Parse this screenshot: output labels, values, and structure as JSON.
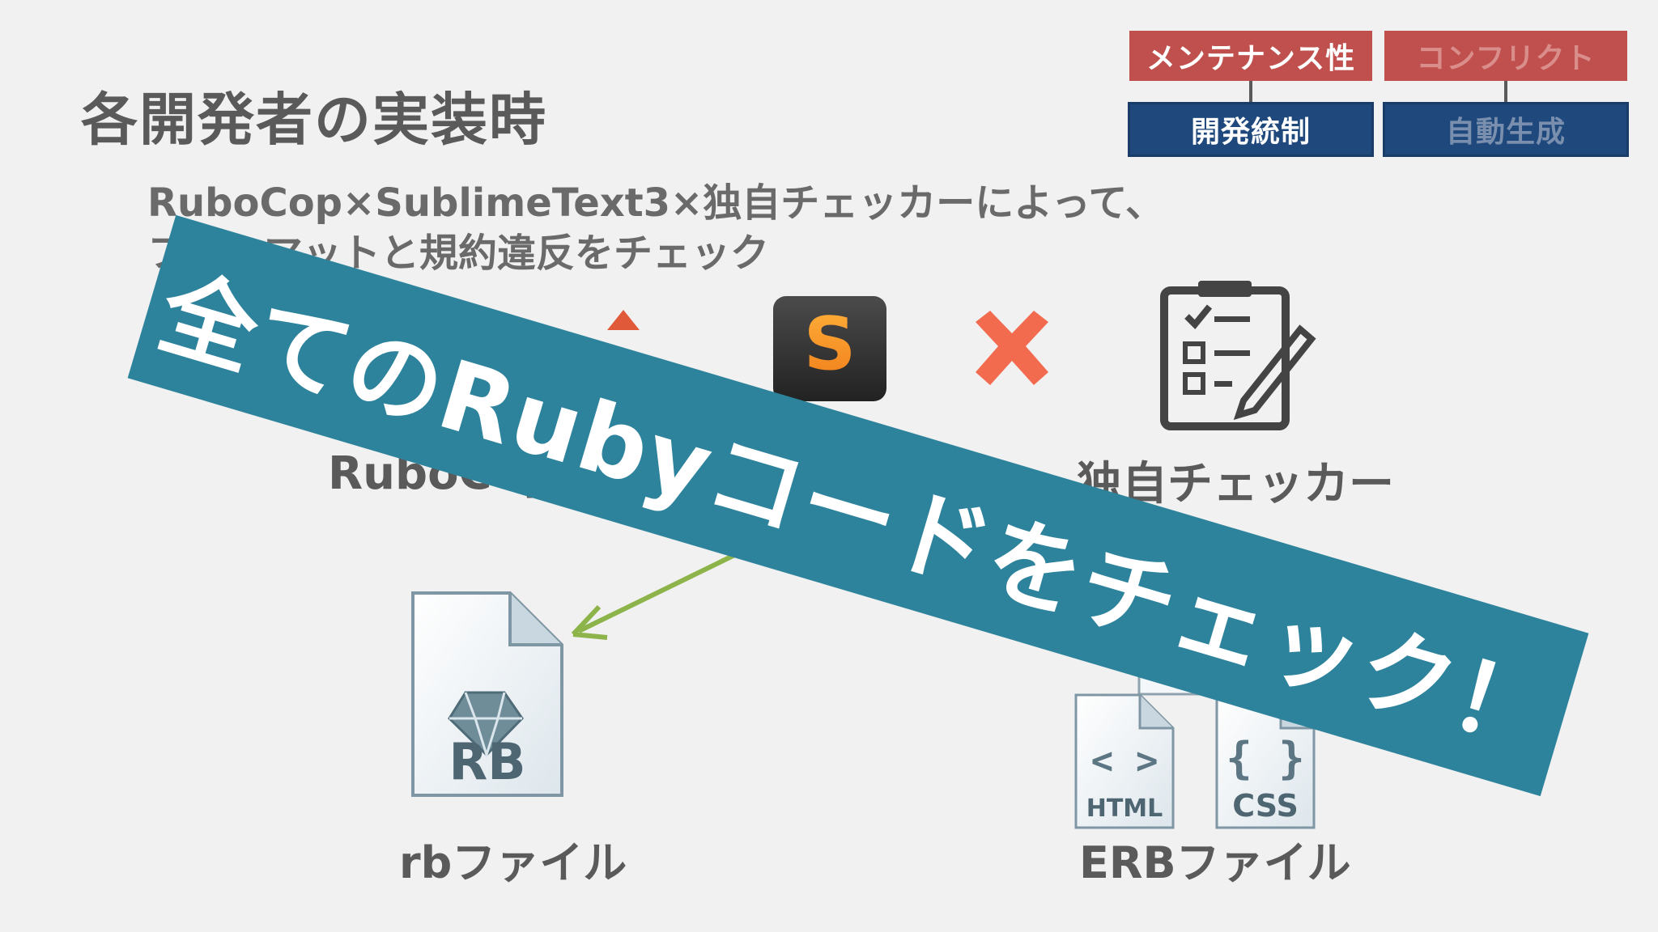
{
  "tags": {
    "top_left": "メンテナンス性",
    "top_right": "コンフリクト",
    "bottom_left": "開発統制",
    "bottom_right": "自動生成"
  },
  "title": "各開発者の実装時",
  "subtitle": {
    "line1": "RuboCop×SublimeText3×独自チェッカーによって、",
    "line2": "フォーマットと規約違反をチェック"
  },
  "tools": {
    "rubocop_label": "RuboCop",
    "checker_label": "独自チェッカー",
    "sublime_letter": "S"
  },
  "files": {
    "rb_badge": "RB",
    "rb_label": "rbファイル",
    "html_badge": "HTML",
    "html_symbol": "< >",
    "css_badge": "CSS",
    "css_symbol": "{ }",
    "erb_label": "ERBファイル"
  },
  "banner": {
    "text": "全てのRubyコードをチェック！"
  },
  "colors": {
    "banner": "#2e839c",
    "tag_red": "#c0504d",
    "tag_blue": "#1f497d",
    "cross": "#f26b4f",
    "arrow": "#8db44a"
  }
}
